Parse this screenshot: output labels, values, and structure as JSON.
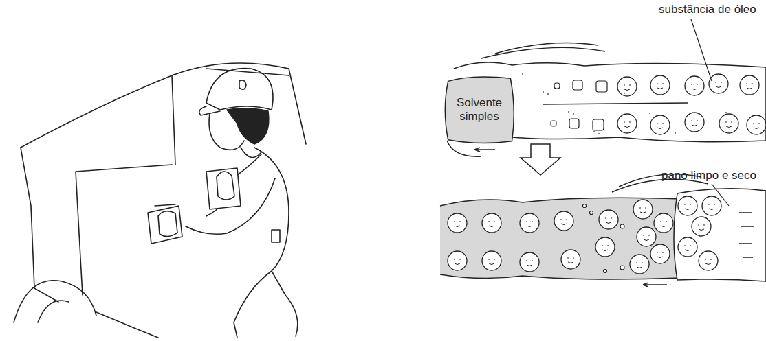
{
  "diagram": {
    "nodes": [
      {
        "text": [
          "Solvente simples"
        ]
      }
    ],
    "labels": [
      "substância de óleo",
      "pano limpo e seco"
    ]
  }
}
